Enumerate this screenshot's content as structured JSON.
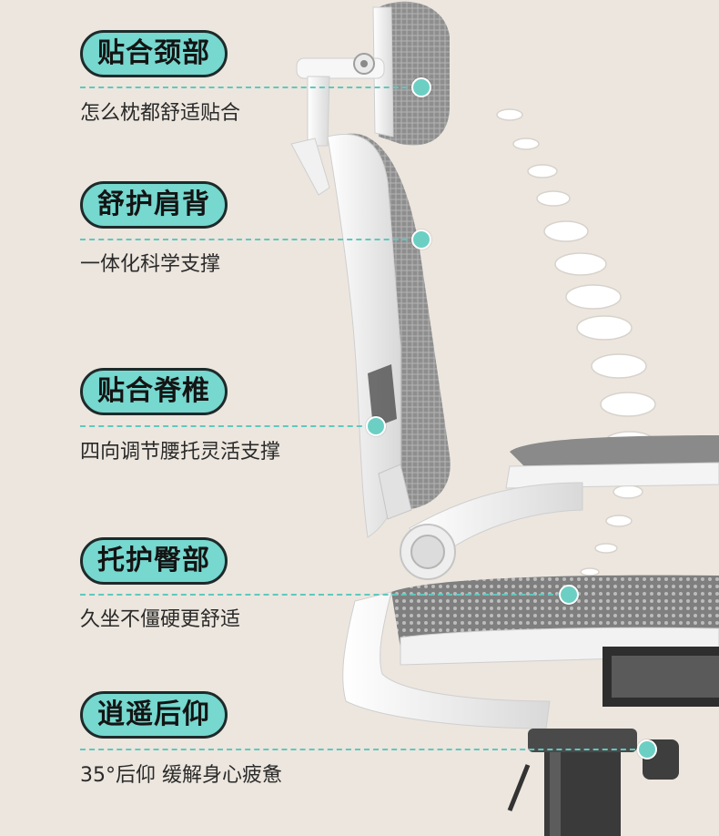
{
  "colors": {
    "background": "#ece6de",
    "pill_fill": "#76d8cf",
    "pill_border": "#1f2a2a",
    "accent": "#6ccfc4",
    "mesh": "#9a9a9a",
    "frame": "#f4f4f4"
  },
  "features": [
    {
      "title": "贴合颈部",
      "desc": "怎么枕都舒适贴合"
    },
    {
      "title": "舒护肩背",
      "desc": "一体化科学支撑"
    },
    {
      "title": "贴合脊椎",
      "desc": "四向调节腰托灵活支撑"
    },
    {
      "title": "托护臀部",
      "desc": "久坐不僵硬更舒适"
    },
    {
      "title": "逍遥后仰",
      "desc": "35°后仰 缓解身心疲惫"
    }
  ],
  "icons": {
    "spine": "spine-vertebrae-icon",
    "chair": "office-chair-illustration"
  }
}
